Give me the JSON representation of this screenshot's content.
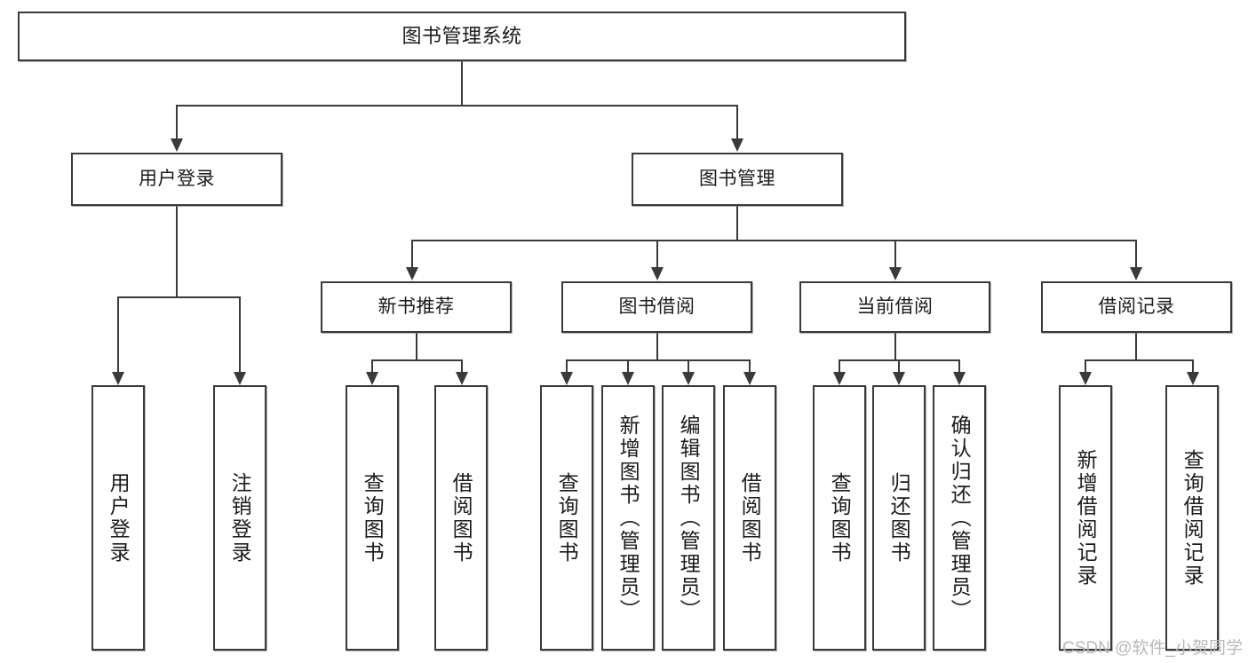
{
  "diagram": {
    "title": "图书管理系统",
    "type": "hierarchy-tree",
    "colors": {
      "stroke": "#3a3a3a",
      "fill": "#ffffff",
      "text": "#1b1b1b",
      "watermark": "#b9b9b9"
    },
    "root": {
      "label": "图书管理系统"
    },
    "level2": [
      {
        "label": "用户登录"
      },
      {
        "label": "图书管理"
      }
    ],
    "level3": [
      {
        "label": "新书推荐"
      },
      {
        "label": "图书借阅"
      },
      {
        "label": "当前借阅"
      },
      {
        "label": "借阅记录"
      }
    ],
    "leaves": {
      "user_login": [
        {
          "label": "用户登录"
        },
        {
          "label": "注销登录"
        }
      ],
      "new_book_recommend": [
        {
          "label": "查询图书"
        },
        {
          "label": "借阅图书"
        }
      ],
      "book_borrow": [
        {
          "label": "查询图书"
        },
        {
          "label": "新增图书（管理员）"
        },
        {
          "label": "编辑图书（管理员）"
        },
        {
          "label": "借阅图书"
        }
      ],
      "current_borrow": [
        {
          "label": "查询图书"
        },
        {
          "label": "归还图书"
        },
        {
          "label": "确认归还（管理员）"
        }
      ],
      "borrow_record": [
        {
          "label": "新增借阅记录"
        },
        {
          "label": "查询借阅记录"
        }
      ]
    }
  },
  "watermark": {
    "text": "CSDN @软件_小贺同学"
  }
}
